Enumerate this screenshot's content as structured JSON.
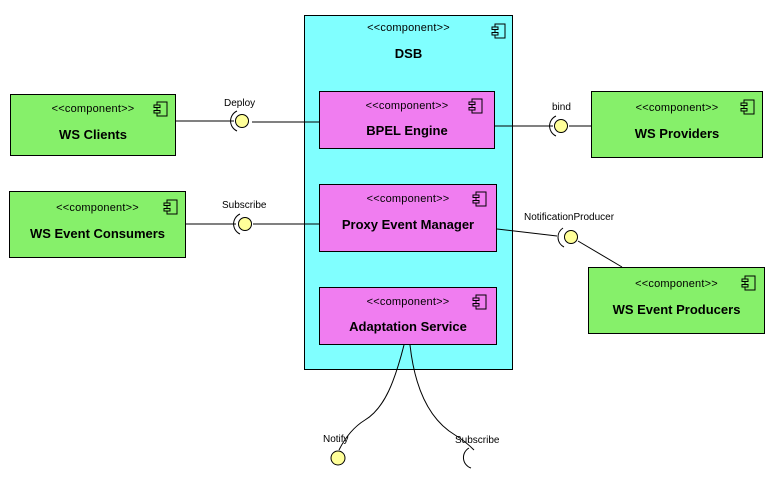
{
  "stereotype": "<<component>>",
  "components": {
    "dsb": "DSB",
    "bpel": "BPEL Engine",
    "proxy": "Proxy Event Manager",
    "adapt": "Adaptation Service",
    "clients": "WS Clients",
    "consumers": "WS Event Consumers",
    "providers": "WS Providers",
    "producers": "WS Event Producers"
  },
  "interfaces": {
    "deploy": "Deploy",
    "subscribe_top": "Subscribe",
    "bind": "bind",
    "notification_producer": "NotificationProducer",
    "notify": "Notify",
    "subscribe_bottom": "Subscribe"
  },
  "colors": {
    "external_component": "#86f06a",
    "internal_component": "#f07df0",
    "dsb_container": "#80ffff",
    "interface_ball": "#ffff99"
  }
}
